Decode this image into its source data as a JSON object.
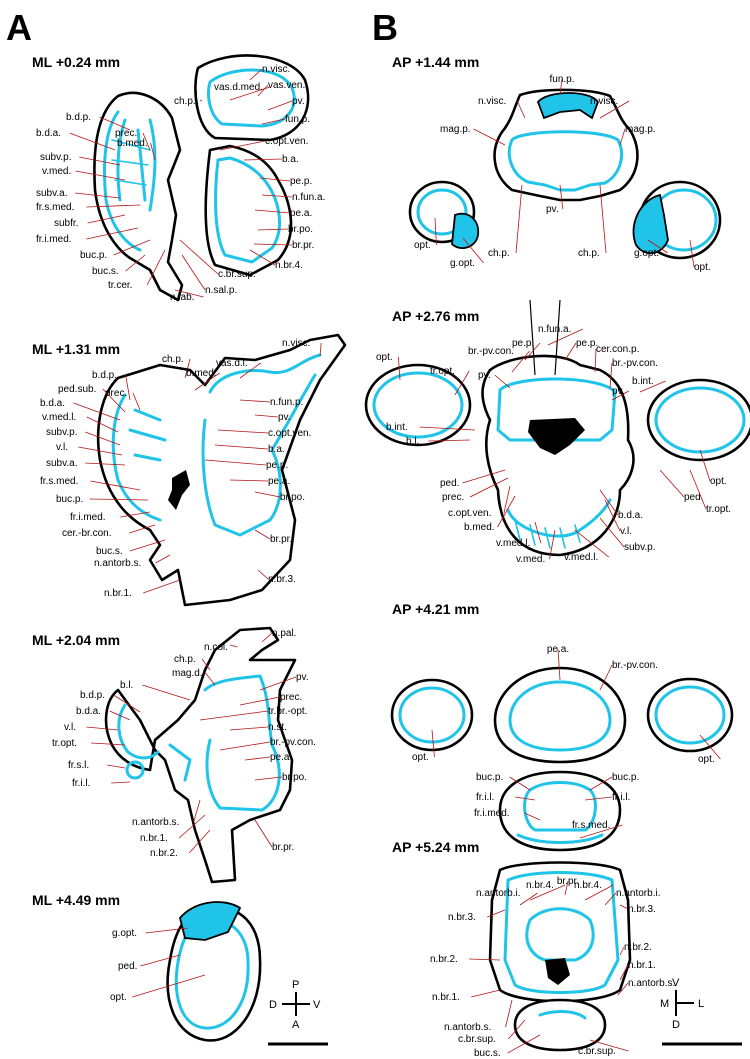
{
  "panels": {
    "A": {
      "letter": "A",
      "sections": {
        "ml1": {
          "title": "ML +0.24 mm",
          "labels": [
            "b.d.p.",
            "prec.",
            "b.med.",
            "ch.p.",
            "vas.d.med.",
            "n.visc.",
            "vas.ven.",
            "pv.",
            "fun.p.",
            "b.d.a.",
            "subv.p.",
            "v.med.",
            "c.opt.ven.",
            "b.a.",
            "pe.p.",
            "subv.a.",
            "fr.s.med.",
            "subfr.",
            "fr.i.med.",
            "n.fun.a.",
            "pe.a.",
            "br.po.",
            "br.pr.",
            "buc.p.",
            "buc.s.",
            "tr.cer.",
            "c.br.sup.",
            "n.sal.p.",
            "n.br.4.",
            "n.lab."
          ]
        },
        "ml2": {
          "title": "ML +1.31 mm",
          "labels": [
            "vas.d.l.",
            "n.visc.",
            "ch.p.",
            "b.med.",
            "b.d.p.",
            "prec.",
            "ped.sub.",
            "b.d.a.",
            "v.med.l.",
            "subv.p.",
            "v.l.",
            "subv.a.",
            "n.fun.p.",
            "pv.",
            "c.opt.ven.",
            "b.a.",
            "pe.p.",
            "pe.a.",
            "br.po.",
            "fr.s.med.",
            "buc.p.",
            "fr.i.med.",
            "cer.-br.con.",
            "buc.s.",
            "br.pr.",
            "n.antorb.s.",
            "n.br.3.",
            "n.br.1."
          ]
        },
        "ml3": {
          "title": "ML +2.04 mm",
          "labels": [
            "n.col.",
            "n.pal.",
            "ch.p.",
            "mag.d.",
            "b.l.",
            "pv.",
            "b.d.p.",
            "prec.",
            "b.d.a.",
            "tr.br.-opt.",
            "n.st.",
            "v.l.",
            "br.-pv.con.",
            "tr.opt.",
            "pe.a.",
            "fr.s.l.",
            "br.po.",
            "fr.i.l.",
            "n.antorb.s.",
            "n.br.1.",
            "n.br.2.",
            "br.pr."
          ]
        },
        "ml4": {
          "title": "ML +4.49 mm",
          "labels": [
            "g.opt.",
            "ped.",
            "opt."
          ]
        }
      },
      "axes": {
        "top": "P",
        "left": "D",
        "right": "V",
        "bottom": "A"
      }
    },
    "B": {
      "letter": "B",
      "sections": {
        "ap1": {
          "title": "AP +1.44 mm",
          "labels": [
            "fun.p.",
            "n.visc.",
            "n.visc.",
            "mag.p.",
            "mag.p.",
            "pv.",
            "ch.p.",
            "ch.p.",
            "opt.",
            "g.opt.",
            "g.opt.",
            "opt."
          ]
        },
        "ap2": {
          "title": "AP +2.76 mm",
          "labels": [
            "n.fun.a.",
            "pe.p.",
            "pe.p.",
            "br.-pv.con.",
            "cer.con.p.",
            "opt.",
            "tr.opt.",
            "pv.",
            "br.-pv.con.",
            "b.int.",
            "pv.",
            "b.int.",
            "opt.",
            "b.l.",
            "ped.",
            "prec.",
            "c.opt.ven.",
            "b.med.",
            "v.med.l.",
            "v.med.",
            "v.med.l.",
            "subv.p.",
            "v.l.",
            "b.d.a.",
            "ped.",
            "tr.opt."
          ]
        },
        "ap3": {
          "title": "AP +4.21 mm",
          "labels": [
            "pe.a.",
            "br.-pv.con.",
            "buc.p.",
            "buc.p.",
            "fr.i.l.",
            "fr.i.l.",
            "fr.i.med.",
            "fr.s.med.",
            "opt.",
            "opt."
          ]
        },
        "ap4": {
          "title": "AP +5.24 mm",
          "labels": [
            "br.pr.",
            "n.br.4.",
            "n.br.4.",
            "n.antorb.i.",
            "n.antorb.i.",
            "n.br.3.",
            "n.br.3.",
            "n.br.2.",
            "n.br.2.",
            "n.br.1.",
            "n.br.1.",
            "n.antorb.s.",
            "n.antorb.s.",
            "c.br.sup.",
            "c.br.sup.",
            "buc.s."
          ]
        }
      },
      "axes": {
        "top": "V",
        "left": "M",
        "right": "L",
        "bottom": "D"
      }
    }
  },
  "colors": {
    "stain": "#1fc4e8",
    "outline": "#000000",
    "leader": "#b31414"
  }
}
